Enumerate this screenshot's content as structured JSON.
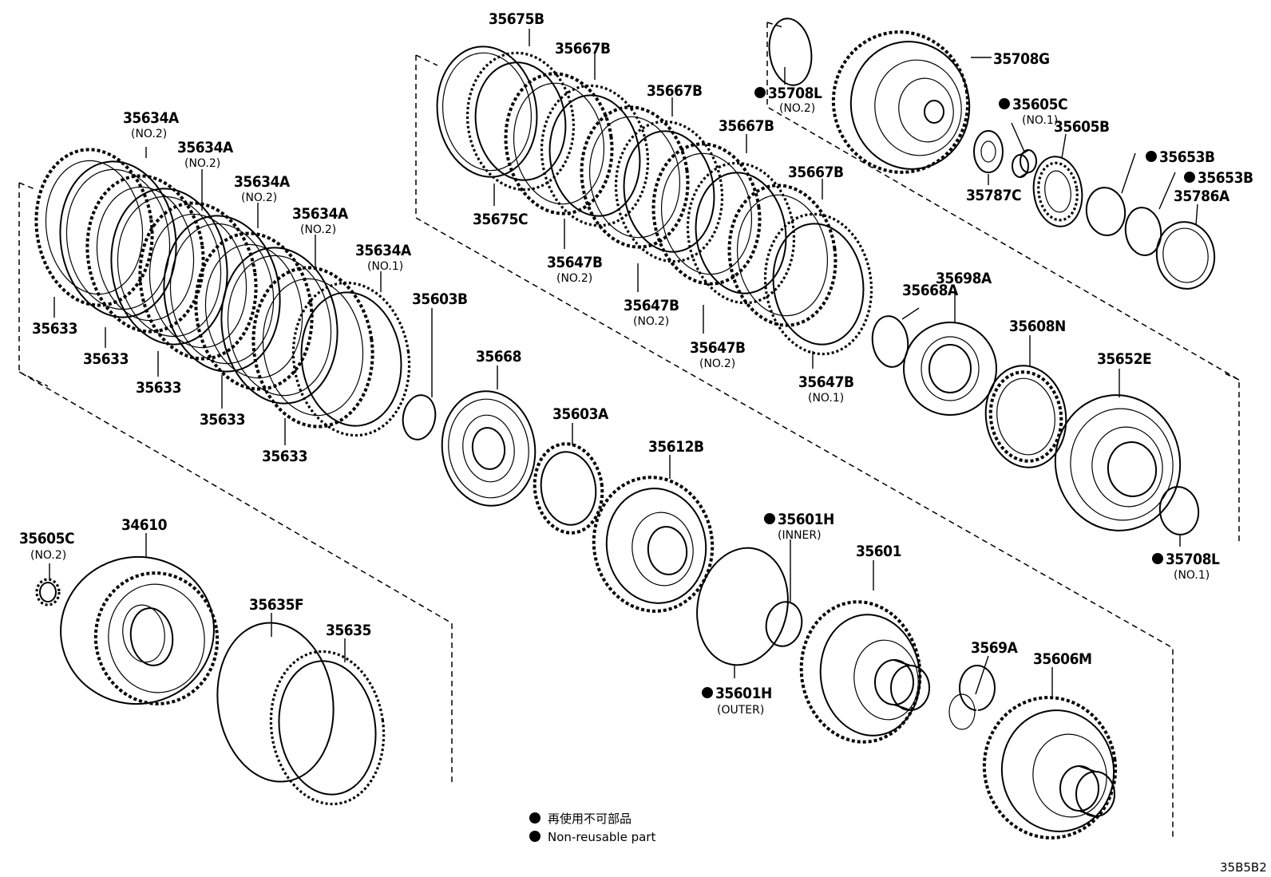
{
  "diagram_code": "35B5B2",
  "legend": {
    "line_jp": "再使用不可部品",
    "line_en": "Non-reusable part"
  },
  "parts": [
    {
      "id": "p35675B",
      "number": "35675B",
      "note": "",
      "nonreusable": false
    },
    {
      "id": "p35667B_1",
      "number": "35667B",
      "note": "",
      "nonreusable": false
    },
    {
      "id": "p35667B_2",
      "number": "35667B",
      "note": "",
      "nonreusable": false
    },
    {
      "id": "p35667B_3",
      "number": "35667B",
      "note": "",
      "nonreusable": false
    },
    {
      "id": "p35667B_4",
      "number": "35667B",
      "note": "",
      "nonreusable": false
    },
    {
      "id": "p35708L_2",
      "number": "35708L",
      "note": "(NO.2)",
      "nonreusable": true
    },
    {
      "id": "p35708G",
      "number": "35708G",
      "note": "",
      "nonreusable": false
    },
    {
      "id": "p35605C_1",
      "number": "35605C",
      "note": "(NO.1)",
      "nonreusable": true
    },
    {
      "id": "p35605B",
      "number": "35605B",
      "note": "",
      "nonreusable": false
    },
    {
      "id": "p35653B_1",
      "number": "35653B",
      "note": "",
      "nonreusable": true
    },
    {
      "id": "p35653B_2",
      "number": "35653B",
      "note": "",
      "nonreusable": true
    },
    {
      "id": "p35787C",
      "number": "35787C",
      "note": "",
      "nonreusable": false
    },
    {
      "id": "p35786A",
      "number": "35786A",
      "note": "",
      "nonreusable": false
    },
    {
      "id": "p35634A_a",
      "number": "35634A",
      "note": "(NO.2)",
      "nonreusable": false
    },
    {
      "id": "p35634A_b",
      "number": "35634A",
      "note": "(NO.2)",
      "nonreusable": false
    },
    {
      "id": "p35634A_c",
      "number": "35634A",
      "note": "(NO.2)",
      "nonreusable": false
    },
    {
      "id": "p35634A_d",
      "number": "35634A",
      "note": "(NO.2)",
      "nonreusable": false
    },
    {
      "id": "p35634A_e",
      "number": "35634A",
      "note": "(NO.1)",
      "nonreusable": false
    },
    {
      "id": "p35675C",
      "number": "35675C",
      "note": "",
      "nonreusable": false
    },
    {
      "id": "p35647B_a",
      "number": "35647B",
      "note": "(NO.2)",
      "nonreusable": false
    },
    {
      "id": "p35647B_b",
      "number": "35647B",
      "note": "(NO.2)",
      "nonreusable": false
    },
    {
      "id": "p35647B_c",
      "number": "35647B",
      "note": "(NO.2)",
      "nonreusable": false
    },
    {
      "id": "p35647B_d",
      "number": "35647B",
      "note": "(NO.1)",
      "nonreusable": false
    },
    {
      "id": "p35633_a",
      "number": "35633",
      "note": "",
      "nonreusable": false
    },
    {
      "id": "p35633_b",
      "number": "35633",
      "note": "",
      "nonreusable": false
    },
    {
      "id": "p35633_c",
      "number": "35633",
      "note": "",
      "nonreusable": false
    },
    {
      "id": "p35633_d",
      "number": "35633",
      "note": "",
      "nonreusable": false
    },
    {
      "id": "p35633_e",
      "number": "35633",
      "note": "",
      "nonreusable": false
    },
    {
      "id": "p35603B",
      "number": "35603B",
      "note": "",
      "nonreusable": false
    },
    {
      "id": "p35668",
      "number": "35668",
      "note": "",
      "nonreusable": false
    },
    {
      "id": "p35603A",
      "number": "35603A",
      "note": "",
      "nonreusable": false
    },
    {
      "id": "p35668A",
      "number": "35668A",
      "note": "",
      "nonreusable": false
    },
    {
      "id": "p35698A",
      "number": "35698A",
      "note": "",
      "nonreusable": false
    },
    {
      "id": "p35608N",
      "number": "35608N",
      "note": "",
      "nonreusable": false
    },
    {
      "id": "p35652E",
      "number": "35652E",
      "note": "",
      "nonreusable": false
    },
    {
      "id": "p35612B",
      "number": "35612B",
      "note": "",
      "nonreusable": false
    },
    {
      "id": "p35601H_in",
      "number": "35601H",
      "note": "(INNER)",
      "nonreusable": true
    },
    {
      "id": "p35601H_out",
      "number": "35601H",
      "note": "(OUTER)",
      "nonreusable": true
    },
    {
      "id": "p35708L_1",
      "number": "35708L",
      "note": "(NO.1)",
      "nonreusable": true
    },
    {
      "id": "p35605C_2",
      "number": "35605C",
      "note": "(NO.2)",
      "nonreusable": false
    },
    {
      "id": "p34610",
      "number": "34610",
      "note": "",
      "nonreusable": false
    },
    {
      "id": "p35635F",
      "number": "35635F",
      "note": "",
      "nonreusable": false
    },
    {
      "id": "p35635",
      "number": "35635",
      "note": "",
      "nonreusable": false
    },
    {
      "id": "p35601",
      "number": "35601",
      "note": "",
      "nonreusable": false
    },
    {
      "id": "p3569A",
      "number": "3569A",
      "note": "",
      "nonreusable": false
    },
    {
      "id": "p35606M",
      "number": "35606M",
      "note": "",
      "nonreusable": false
    }
  ]
}
